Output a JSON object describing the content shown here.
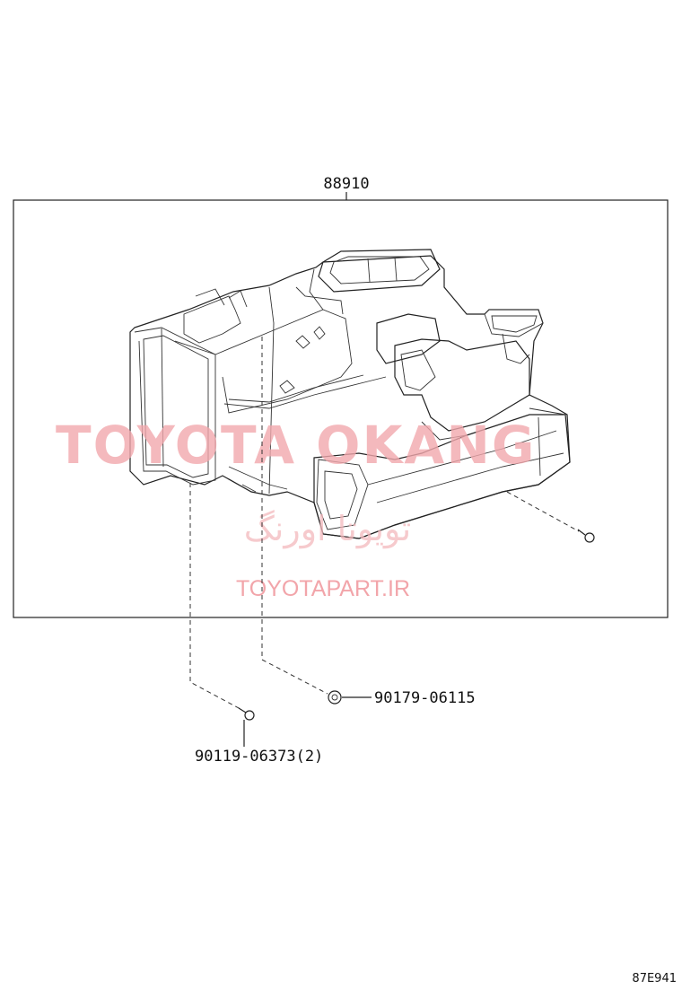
{
  "diagram": {
    "assembly_part_number": "88910",
    "watermark": {
      "brand": "TOYOTA OKANG",
      "persian_text": "تویوتا اورنگ",
      "url": "TOYOTAPART.IR"
    },
    "callouts": [
      {
        "part_number": "90179-06115"
      },
      {
        "part_number": "90119-06373(2)"
      }
    ],
    "diagram_code": "87E941"
  }
}
